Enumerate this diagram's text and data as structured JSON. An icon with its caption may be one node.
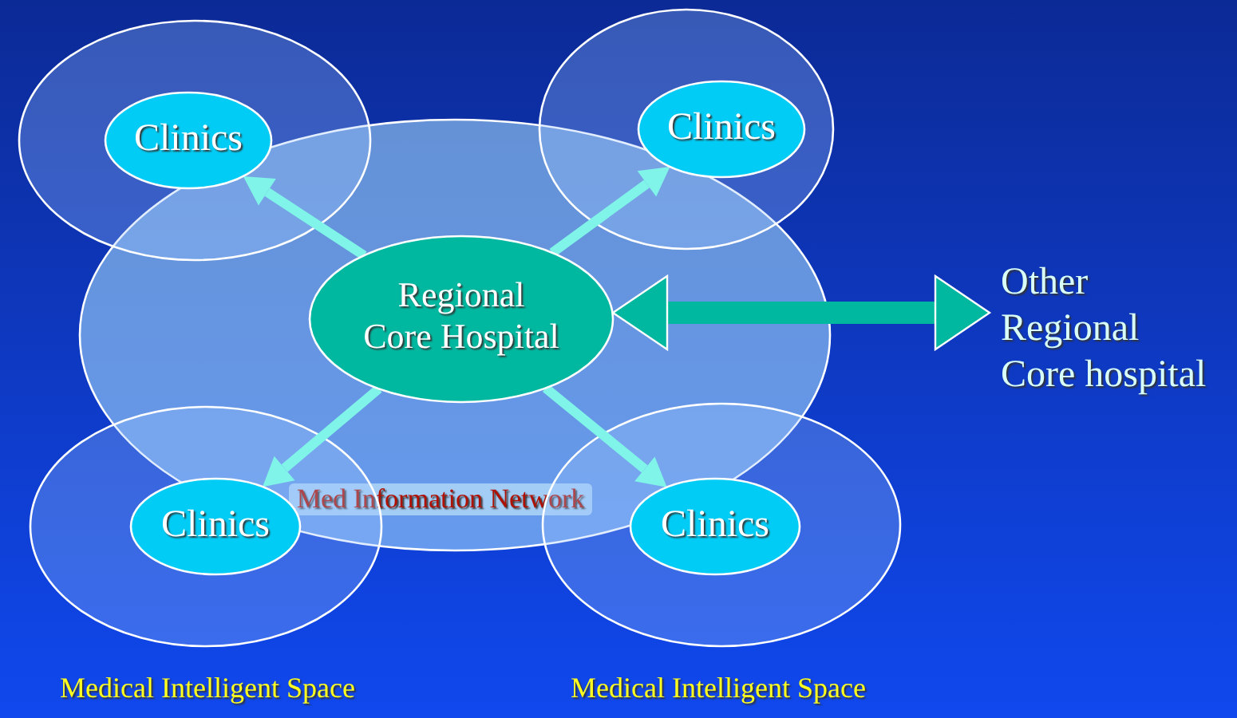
{
  "diagram": {
    "nodes": [
      {
        "text": [
          "Med Information Network"
        ]
      },
      {
        "text": [],
        "shape": "ellipse"
      },
      {
        "text": [],
        "shape": "ellipse"
      },
      {
        "text": [
          "Clinics"
        ],
        "in": 1
      },
      {
        "text": [
          "Clinics"
        ],
        "in": 2
      },
      {
        "text": [
          "Regional Core Hospital"
        ],
        "in": 0
      },
      {
        "text": [
          "Other Regional Core hospital"
        ]
      },
      {
        "text": [
          "Medical Intelligent Space"
        ]
      },
      {
        "text": [
          "Medical Intelligent Space"
        ]
      },
      {
        "text": [
          "Clinics"
        ],
        "in": 7
      },
      {
        "text": [
          "Clinics"
        ],
        "in": 8
      }
    ],
    "edges": [
      {
        "from": 5,
        "to": 3,
        "arrow": "to"
      },
      {
        "from": 5,
        "to": 4,
        "arrow": "to"
      },
      {
        "from": 5,
        "to": 9,
        "arrow": "to"
      },
      {
        "from": 5,
        "to": 10,
        "arrow": "to"
      },
      {
        "from": 5,
        "to": 6,
        "arrow": "both",
        "style": "thick",
        "color": "#00b8a0"
      }
    ]
  }
}
